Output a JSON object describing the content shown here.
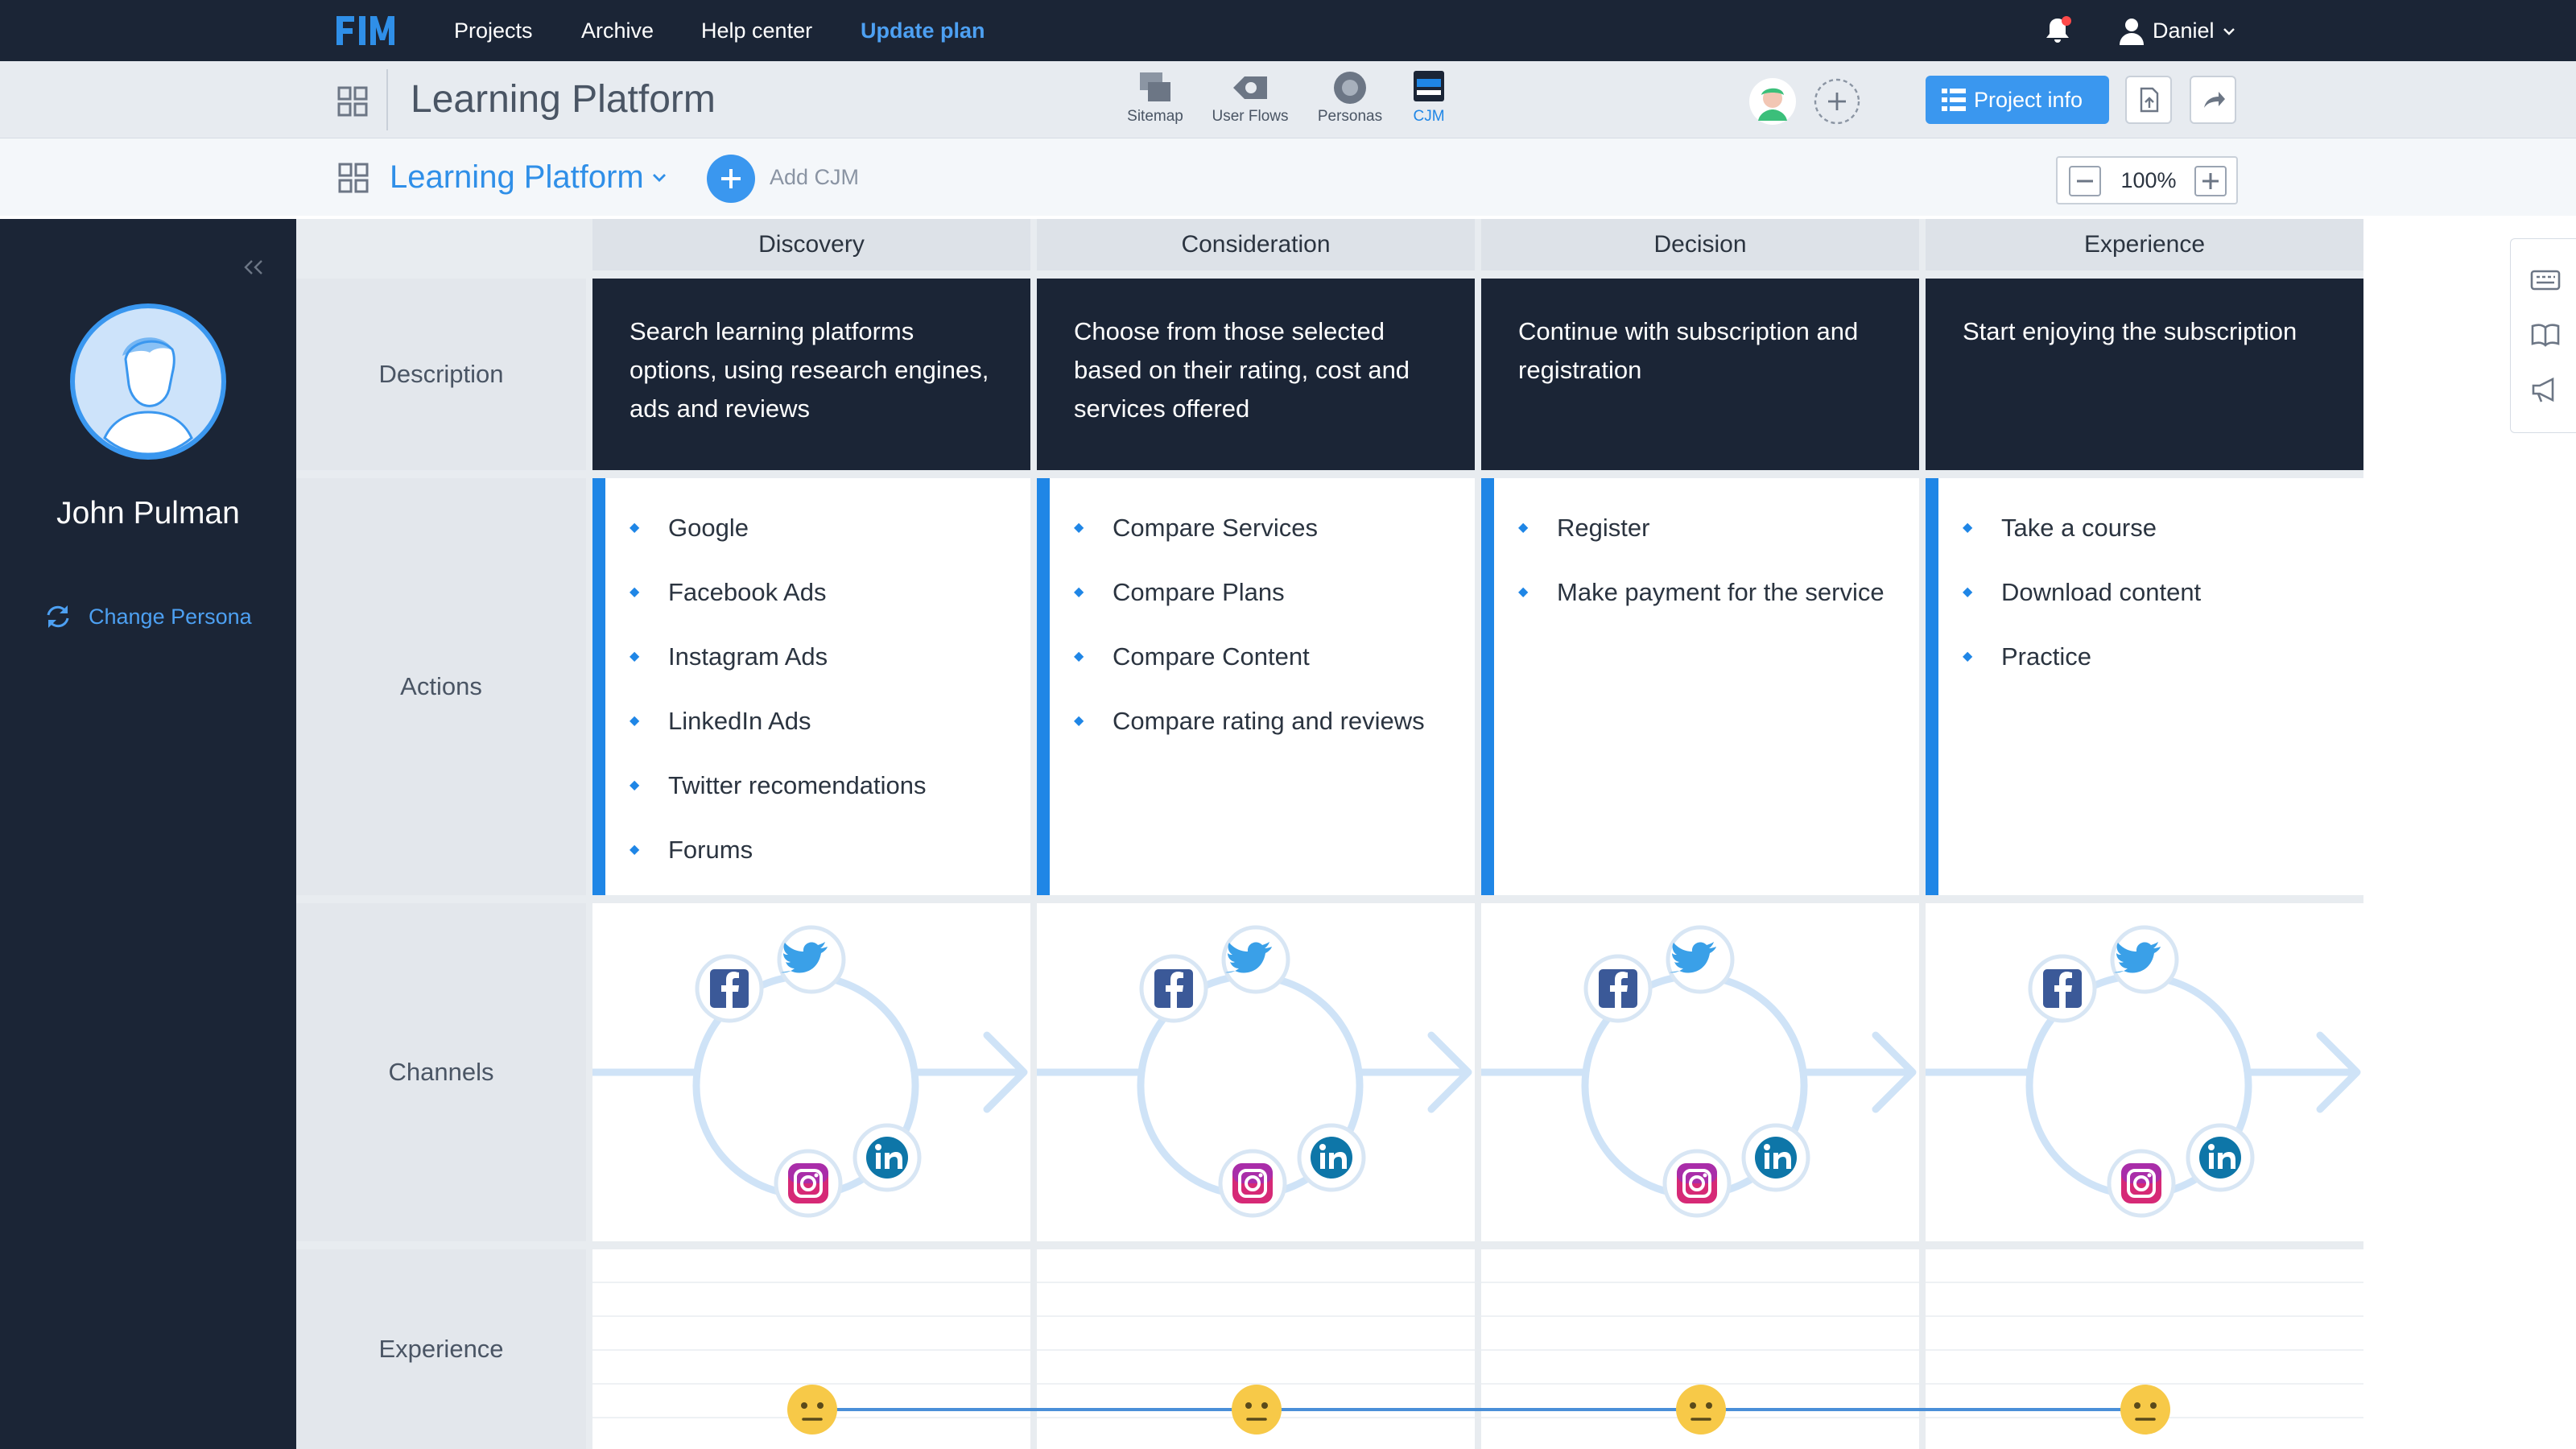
{
  "topnav": {
    "items": [
      {
        "label": "Projects"
      },
      {
        "label": "Archive"
      },
      {
        "label": "Help center"
      },
      {
        "label": "Update plan"
      }
    ],
    "user_name": "Daniel"
  },
  "project_bar": {
    "title": "Learning Platform",
    "modes": [
      {
        "label": "Sitemap",
        "icon": "sitemap-icon"
      },
      {
        "label": "User Flows",
        "icon": "user-flows-icon"
      },
      {
        "label": "Personas",
        "icon": "personas-icon"
      },
      {
        "label": "CJM",
        "icon": "cjm-icon",
        "active": true
      }
    ],
    "project_info_label": "Project info"
  },
  "cjm_bar": {
    "title": "Learning Platform",
    "add_label": "Add CJM",
    "zoom": "100%"
  },
  "persona": {
    "name": "John Pulman",
    "change_label": "Change Persona"
  },
  "rows": {
    "description": "Description",
    "actions": "Actions",
    "channels": "Channels",
    "experience": "Experience"
  },
  "stages": [
    {
      "name": "Discovery",
      "description": "Search learning platforms options, using research engines, ads and reviews",
      "actions": [
        "Google",
        "Facebook Ads",
        "Instagram Ads",
        "LinkedIn Ads",
        "Twitter recomendations",
        "Forums"
      ],
      "experience": "neutral"
    },
    {
      "name": "Consideration",
      "description": "Choose from those selected based on their rating, cost and services offered",
      "actions": [
        "Compare Services",
        "Compare Plans",
        "Compare Content",
        "Compare rating and reviews"
      ],
      "experience": "neutral"
    },
    {
      "name": "Decision",
      "description": "Continue with subscription and registration",
      "actions": [
        "Register",
        "Make payment for the service"
      ],
      "experience": "neutral"
    },
    {
      "name": "Experience",
      "description": "Start enjoying the subscription",
      "actions": [
        "Take a course",
        "Download content",
        "Practice"
      ],
      "experience": "neutral"
    }
  ],
  "channel_icons": [
    "facebook-icon",
    "twitter-icon",
    "instagram-icon",
    "linkedin-icon"
  ],
  "colors": {
    "dark": "#1b2536",
    "accent": "#1f86e6",
    "link": "#4da0f2",
    "emoji": "#f7c948"
  }
}
